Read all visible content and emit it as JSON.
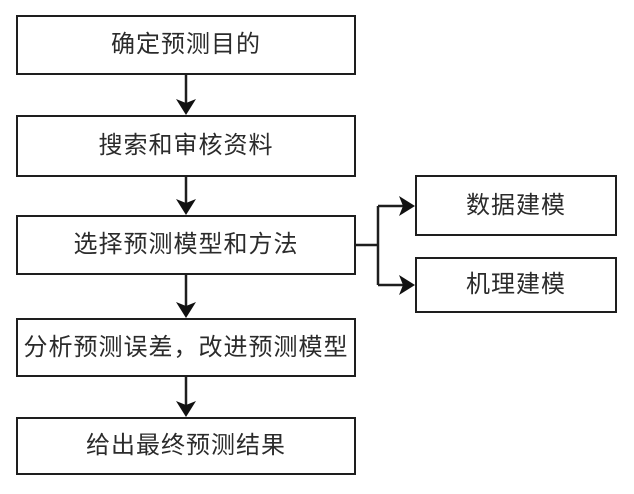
{
  "diagram": {
    "type": "flowchart",
    "colors": {
      "background": "#ffffff",
      "line": "#1e1e1e",
      "text": "#2b2b2b",
      "node_fill": "#ffffff"
    },
    "main_flow": [
      {
        "id": "step-1",
        "label": "确定预测目的"
      },
      {
        "id": "step-2",
        "label": "搜索和审核资料"
      },
      {
        "id": "step-3",
        "label": "选择预测模型和方法"
      },
      {
        "id": "step-4",
        "label": "分析预测误差，改进预测模型"
      },
      {
        "id": "step-5",
        "label": "给出最终预测结果"
      }
    ],
    "branch_nodes": [
      {
        "id": "branch-1",
        "label": "数据建模"
      },
      {
        "id": "branch-2",
        "label": "机理建模"
      }
    ],
    "edges": [
      {
        "from": "确定预测目的",
        "to": "搜索和审核资料"
      },
      {
        "from": "搜索和审核资料",
        "to": "选择预测模型和方法"
      },
      {
        "from": "选择预测模型和方法",
        "to": "分析预测误差，改进预测模型"
      },
      {
        "from": "分析预测误差，改进预测模型",
        "to": "给出最终预测结果"
      },
      {
        "from": "选择预测模型和方法",
        "to": "数据建模"
      },
      {
        "from": "选择预测模型和方法",
        "to": "机理建模"
      }
    ]
  }
}
